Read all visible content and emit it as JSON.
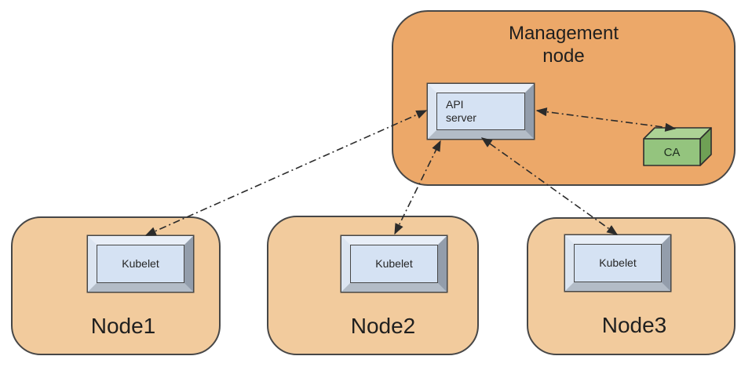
{
  "colors": {
    "background": "#ffffff",
    "management_fill": "#ECA869",
    "worker_fill": "#F2CB9D",
    "box_outline": "#474747",
    "component_face": "#D5E2F3",
    "bevel_top": "#E8EEF7",
    "bevel_left": "#DCE5F1",
    "bevel_right": "#939DAB",
    "bevel_bottom": "#B3BCC7",
    "ca_front": "#94C47E",
    "ca_top": "#ACD295",
    "ca_side": "#6FA055",
    "arrow": "#2B2B2B",
    "text": "#1F1F1F"
  },
  "diagram": {
    "management": {
      "title": "Management\nnode",
      "api_server": {
        "label": "API\nserver"
      },
      "ca": {
        "label": "CA"
      }
    },
    "workers": [
      {
        "name": "Node1",
        "component": "Kubelet"
      },
      {
        "name": "Node2",
        "component": "Kubelet"
      },
      {
        "name": "Node3",
        "component": "Kubelet"
      }
    ],
    "edges": [
      {
        "from": "Kubelet (Node1)",
        "to": "API server",
        "style": "dash-dot",
        "bidirectional": true
      },
      {
        "from": "Kubelet (Node2)",
        "to": "API server",
        "style": "dash-dot",
        "bidirectional": true
      },
      {
        "from": "Kubelet (Node3)",
        "to": "API server",
        "style": "dash-dot",
        "bidirectional": true
      },
      {
        "from": "API server",
        "to": "CA",
        "style": "dash-dot",
        "bidirectional": true
      }
    ]
  }
}
